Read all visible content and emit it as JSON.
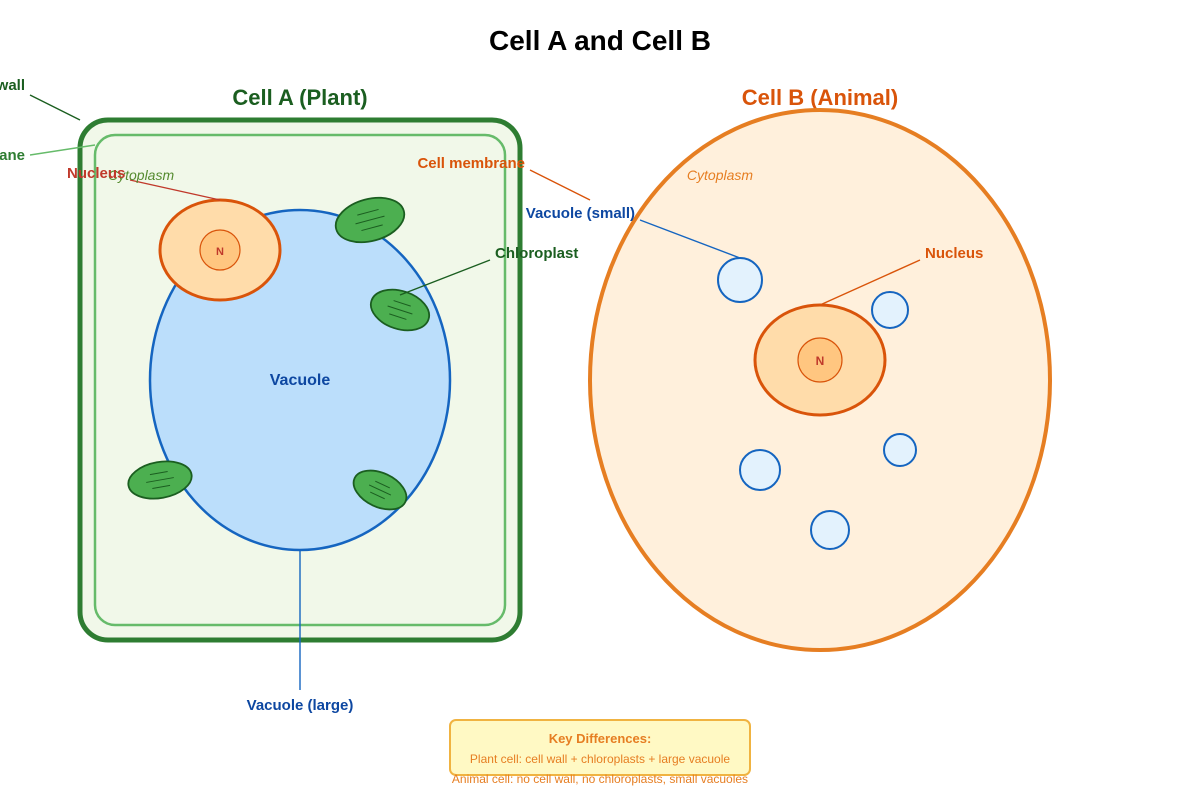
{
  "title": "Cell A and Cell B",
  "cell_a": {
    "title": "Cell A (Plant)",
    "labels": {
      "cell_wall": "Cell wall",
      "cell_membrane": "Cell membrane",
      "nucleus": "Nucleus",
      "cytoplasm": "Cytoplasm",
      "chloroplast": "Chloroplast",
      "vacuole": "Vacuole",
      "vacuole_large": "Vacuole (large)",
      "nucleus_letter": "N"
    },
    "colors": {
      "wall": "#2e7d32",
      "membrane": "#66bb6a",
      "cytoplasm": "#f1f8e9",
      "vacuole": "#bbdefb",
      "chloroplast": "#4caf50"
    }
  },
  "cell_b": {
    "title": "Cell B (Animal)",
    "labels": {
      "cell_membrane": "Cell membrane",
      "cytoplasm": "Cytoplasm",
      "vacuole_small": "Vacuole (small)",
      "nucleus": "Nucleus",
      "nucleus_letter": "N"
    },
    "colors": {
      "membrane": "#e67e22",
      "cytoplasm": "#fff0dc",
      "vacuole": "#e3f2fd"
    }
  },
  "key": {
    "title": "Key Differences:",
    "line1": "Plant cell: cell wall + chloroplasts + large vacuole",
    "line2": "Animal cell: no cell wall, no chloroplasts, small vacuoles"
  }
}
